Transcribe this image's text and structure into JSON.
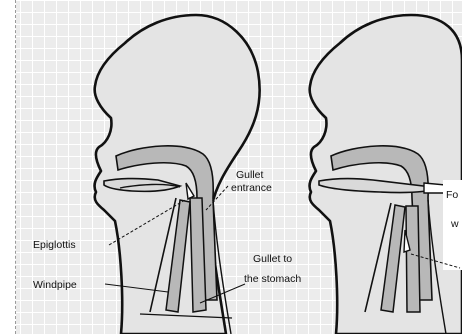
{
  "diagram": {
    "labels": {
      "gullet_entrance_1": "Gullet",
      "gullet_entrance_2": "entrance",
      "epiglottis": "Epiglottis",
      "windpipe": "Windpipe",
      "gullet_stomach_1": "Gullet to",
      "gullet_stomach_2": "the stomach",
      "right_fragment_1": "Fo",
      "right_fragment_2": "w"
    },
    "colors": {
      "background": "#ececec",
      "grid": "#ffffff",
      "head_fill": "#e4e4e4",
      "outline": "#111111",
      "tube_fill": "#b8b8b8",
      "mouth_fill": "#d9d9d9"
    }
  }
}
